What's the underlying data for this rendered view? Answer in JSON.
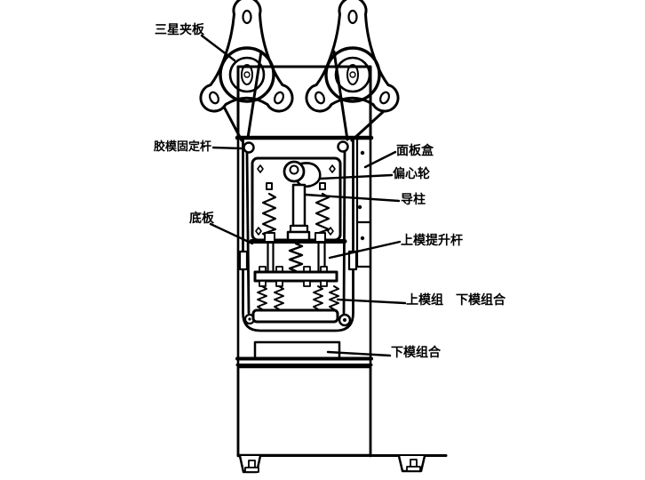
{
  "canvas": {
    "background": "#ffffff",
    "line_color": "#000000"
  },
  "diagram": {
    "labels": [
      {
        "id": "three-star-clamp-plate",
        "text": "三星夹板"
      },
      {
        "id": "rubber-mold-fixing-rod",
        "text": "胶模固定杆"
      },
      {
        "id": "bottom-plate",
        "text": "底板"
      },
      {
        "id": "panel-box",
        "text": "面板盒"
      },
      {
        "id": "eccentric-wheel",
        "text": "偏心轮"
      },
      {
        "id": "guide-column",
        "text": "导柱"
      },
      {
        "id": "upper-mold-lifting-rod",
        "text": "上模提升杆"
      },
      {
        "id": "upper-mold-group-lower-mold-assembly",
        "text": "上模组　下模组合"
      },
      {
        "id": "lower-mold-assembly",
        "text": "下模组合"
      }
    ]
  }
}
